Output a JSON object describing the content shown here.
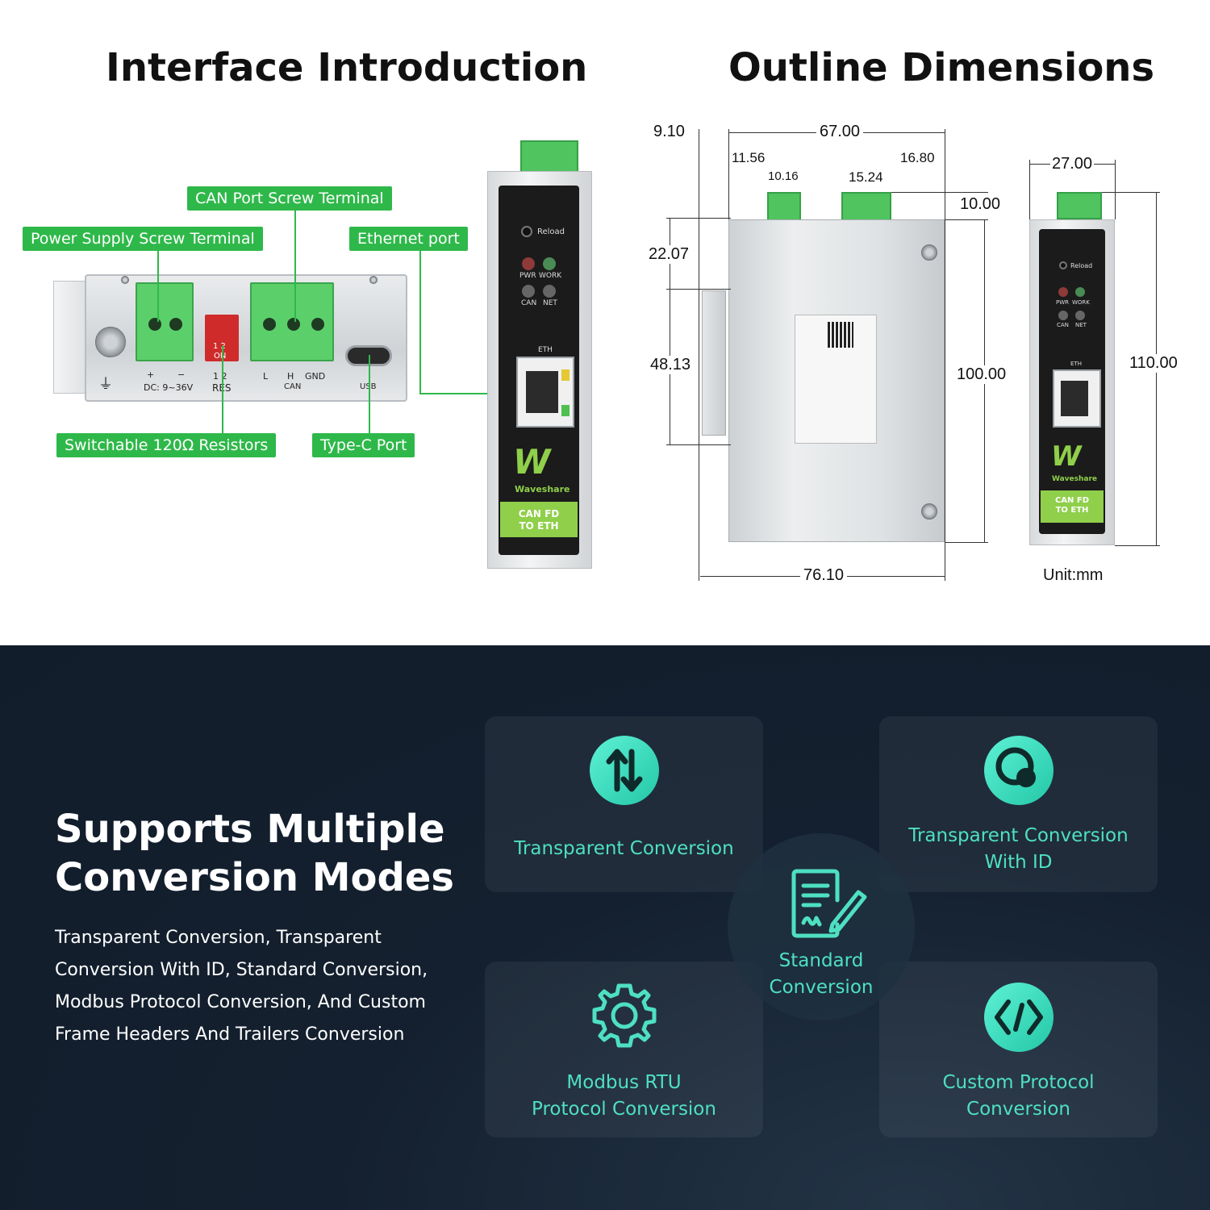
{
  "titles": {
    "interface": "Interface Introduction",
    "outline": "Outline Dimensions"
  },
  "callouts": {
    "can_port": "CAN Port Screw Terminal",
    "power_supply": "Power Supply Screw Terminal",
    "ethernet": "Ethernet port",
    "resistors": "Switchable 120Ω Resistors",
    "type_c": "Type-C Port"
  },
  "device_labels": {
    "plus": "+",
    "minus": "−",
    "dc_range": "DC: 9~36V",
    "res_nums": "1  2",
    "res": "RES",
    "l": "L",
    "h": "H",
    "gnd": "GND",
    "can": "CAN",
    "usb": "USB",
    "dip_on": "ON",
    "dip_nums": "1 2"
  },
  "front_panel": {
    "reload": "Reload",
    "pwr": "PWR",
    "work": "WORK",
    "can": "CAN",
    "net": "NET",
    "eth": "ETH",
    "brand": "Waveshare",
    "logo": "W",
    "product_line1": "CAN FD",
    "product_line2": "TO ETH"
  },
  "dimensions": {
    "d_9_10": "9.10",
    "d_67_00": "67.00",
    "d_11_56": "11.56",
    "d_16_80": "16.80",
    "d_10_16": "10.16",
    "d_15_24": "15.24",
    "d_10_00": "10.00",
    "d_22_07": "22.07",
    "d_48_13": "48.13",
    "d_100_00": "100.00",
    "d_76_10": "76.10",
    "d_27_00": "27.00",
    "d_110_00": "110.00",
    "unit": "Unit:mm"
  },
  "conversion": {
    "title_line1": "Supports Multiple",
    "title_line2": "Conversion Modes",
    "description": "Transparent Conversion, Transparent Conversion With ID, Standard Conversion, Modbus Protocol Conversion, And Custom Frame Headers And Trailers Conversion",
    "modes": {
      "transparent": "Transparent Conversion",
      "transparent_id_line1": "Transparent Conversion",
      "transparent_id_line2": "With ID",
      "standard_line1": "Standard",
      "standard_line2": "Conversion",
      "modbus_line1": "Modbus RTU",
      "modbus_line2": "Protocol Conversion",
      "custom_line1": "Custom Protocol",
      "custom_line2": "Conversion"
    },
    "icons": {
      "transparent": "up-down-arrows-icon",
      "transparent_id": "overlapping-circles-icon",
      "standard": "document-signature-icon",
      "modbus": "gear-icon",
      "custom": "code-icon"
    },
    "colors": {
      "accent": "#4ee0c0",
      "background": "#121d2b",
      "green_label": "#2fb84a"
    }
  }
}
